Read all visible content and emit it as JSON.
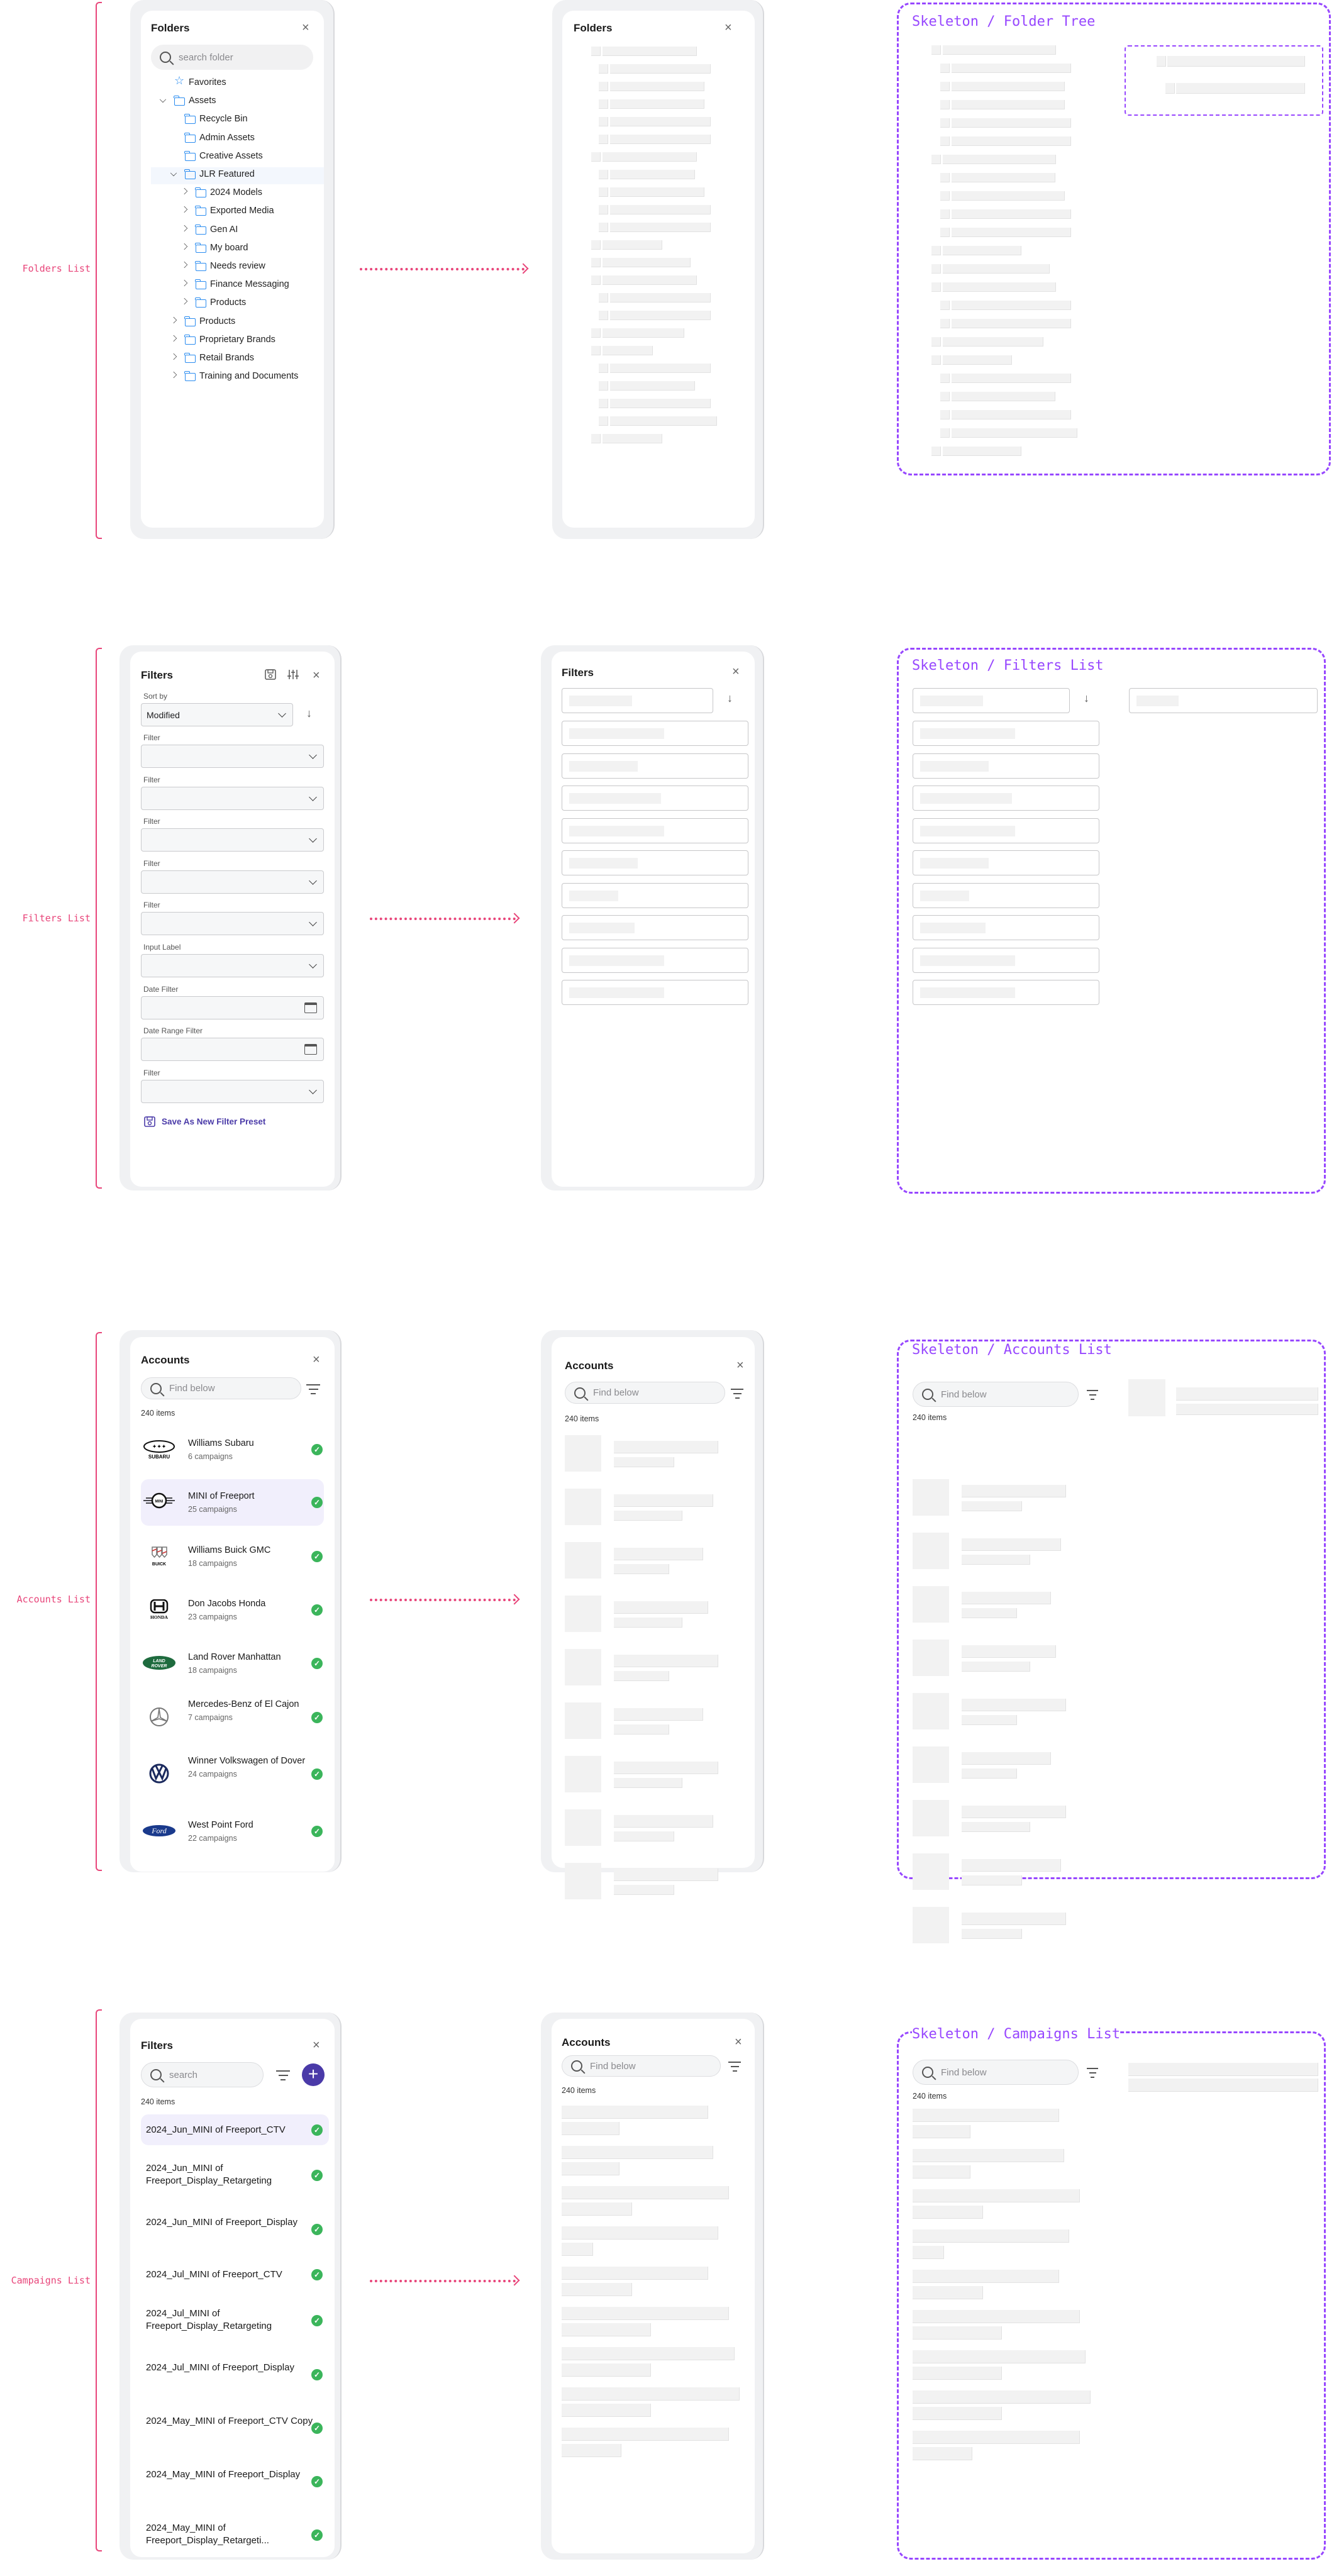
{
  "sections": [
    {
      "label": "Folders List"
    },
    {
      "label": "Filters List"
    },
    {
      "label": "Accounts List"
    },
    {
      "label": "Campaigns List"
    }
  ],
  "colors": {
    "accent": "#4a3aa8",
    "label_pink": "#e8457a",
    "skeleton_purple": "#9747ff",
    "success": "#3bb55b",
    "folder_blue": "#2a8cf0",
    "highlight": "#f1effc"
  },
  "folders": {
    "title": "Folders",
    "search_placeholder": "search folder",
    "items": [
      {
        "label": "Favorites",
        "level": 0,
        "icon": "star-icon",
        "chevron": "none"
      },
      {
        "label": "Assets",
        "level": 0,
        "icon": "folder-icon",
        "chevron": "down"
      },
      {
        "label": "Recycle Bin",
        "level": 1,
        "icon": "folder-icon",
        "chevron": "none"
      },
      {
        "label": "Admin Assets",
        "level": 1,
        "icon": "folder-icon",
        "chevron": "none"
      },
      {
        "label": "Creative Assets",
        "level": 1,
        "icon": "folder-icon",
        "chevron": "none"
      },
      {
        "label": "JLR Featured",
        "level": 1,
        "icon": "folder-icon",
        "chevron": "down",
        "selected": true
      },
      {
        "label": "2024 Models",
        "level": 2,
        "icon": "folder-icon",
        "chevron": "right"
      },
      {
        "label": "Exported Media",
        "level": 2,
        "icon": "folder-icon",
        "chevron": "right"
      },
      {
        "label": "Gen AI",
        "level": 2,
        "icon": "folder-icon",
        "chevron": "right"
      },
      {
        "label": "My board",
        "level": 2,
        "icon": "folder-icon",
        "chevron": "right"
      },
      {
        "label": "Needs review",
        "level": 2,
        "icon": "folder-icon",
        "chevron": "right"
      },
      {
        "label": "Finance Messaging",
        "level": 2,
        "icon": "folder-icon",
        "chevron": "right"
      },
      {
        "label": "Products",
        "level": 2,
        "icon": "folder-icon",
        "chevron": "right"
      },
      {
        "label": "Products",
        "level": 1,
        "icon": "folder-icon",
        "chevron": "right"
      },
      {
        "label": "Proprietary Brands",
        "level": 1,
        "icon": "folder-icon",
        "chevron": "right"
      },
      {
        "label": "Retail Brands",
        "level": 1,
        "icon": "folder-icon",
        "chevron": "right"
      },
      {
        "label": "Training and Documents",
        "level": 1,
        "icon": "folder-icon",
        "chevron": "right"
      }
    ],
    "skeleton_title": "Folders",
    "skeleton_frame_title": "Skeleton / Folder Tree"
  },
  "filters": {
    "title": "Filters",
    "sort_label": "Sort by",
    "sort_value": "Modified",
    "fields": [
      {
        "label": "Filter",
        "type": "select",
        "value": ""
      },
      {
        "label": "Filter",
        "type": "select",
        "value": ""
      },
      {
        "label": "Filter",
        "type": "select",
        "value": ""
      },
      {
        "label": "Filter",
        "type": "select",
        "value": ""
      },
      {
        "label": "Filter",
        "type": "select",
        "value": ""
      },
      {
        "label": "Input Label",
        "type": "select",
        "value": ""
      },
      {
        "label": "Date Filter",
        "type": "date",
        "value": ""
      },
      {
        "label": "Date Range Filter",
        "type": "date",
        "value": ""
      },
      {
        "label": "Filter",
        "type": "select",
        "value": ""
      }
    ],
    "save_preset_label": "Save As New Filter Preset",
    "skeleton_title": "Filters",
    "skeleton_frame_title": "Skeleton / Filters List"
  },
  "accounts": {
    "title": "Accounts",
    "search_placeholder": "Find below",
    "count": "240 items",
    "items": [
      {
        "name": "Williams Subaru",
        "sub": "6 campaigns",
        "logo": "SUBARU",
        "status": "active"
      },
      {
        "name": "MINI of Freeport",
        "sub": "25 campaigns",
        "logo": "MINI",
        "status": "active",
        "selected": true
      },
      {
        "name": "Williams Buick GMC",
        "sub": "18 campaigns",
        "logo": "BUICK",
        "status": "active"
      },
      {
        "name": "Don Jacobs Honda",
        "sub": "23 campaigns",
        "logo": "HONDA",
        "status": "active"
      },
      {
        "name": "Land Rover Manhattan",
        "sub": "18 campaigns",
        "logo": "LAND ROVER",
        "status": "active"
      },
      {
        "name": "Mercedes-Benz of El Cajon",
        "sub": "7 campaigns",
        "logo": "Mercedes-Benz",
        "status": "active"
      },
      {
        "name": "Winner Volkswagen of Dover",
        "sub": "24 campaigns",
        "logo": "VW",
        "status": "active"
      },
      {
        "name": "West Point Ford",
        "sub": "22 campaigns",
        "logo": "Ford",
        "status": "active"
      }
    ],
    "skeleton_title": "Accounts",
    "skeleton_search_placeholder": "Find below",
    "skeleton_count": "240 items",
    "skeleton_frame_title": "Skeleton / Accounts List",
    "frame_search_placeholder": "Find below",
    "frame_count": "240 items"
  },
  "campaigns": {
    "title": "Filters",
    "search_placeholder": "search",
    "count": "240 items",
    "items": [
      {
        "name": "2024_Jun_MINI of Freeport_CTV",
        "status": "active",
        "selected": true
      },
      {
        "name": "2024_Jun_MINI of Freeport_Display_Retargeting",
        "status": "active"
      },
      {
        "name": "2024_Jun_MINI of Freeport_Display",
        "status": "active"
      },
      {
        "name": "2024_Jul_MINI of Freeport_CTV",
        "status": "active"
      },
      {
        "name": "2024_Jul_MINI of Freeport_Display_Retargeting",
        "status": "active"
      },
      {
        "name": "2024_Jul_MINI of Freeport_Display",
        "status": "active"
      },
      {
        "name": "2024_May_MINI of Freeport_CTV Copy",
        "status": "active"
      },
      {
        "name": "2024_May_MINI of Freeport_Display",
        "status": "active"
      },
      {
        "name": "2024_May_MINI of Freeport_Display_Retargeti...",
        "status": "active"
      }
    ],
    "skeleton_title": "Accounts",
    "skeleton_search_placeholder": "Find below",
    "skeleton_count": "240 items",
    "skeleton_frame_title": "Skeleton / Campaigns List",
    "frame_search_placeholder": "Find below",
    "frame_count": "240 items"
  },
  "icons": {
    "close": "×",
    "check": "✓",
    "plus": "+",
    "sort_arrow": "↓"
  }
}
